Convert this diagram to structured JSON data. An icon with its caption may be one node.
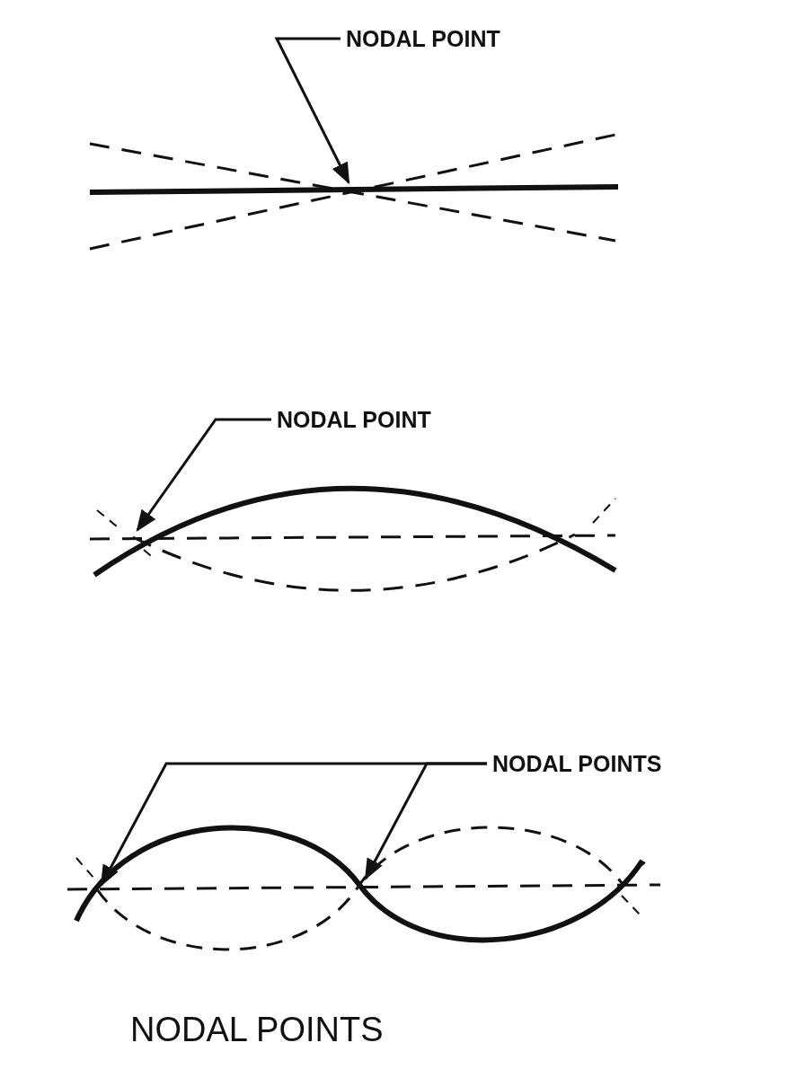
{
  "diagram": {
    "caption": "NODAL POINTS",
    "nodes": [
      {
        "text": [
          "NODAL POINT"
        ]
      },
      {
        "text": [
          "NODAL POINT"
        ]
      },
      {
        "text": [
          "NODAL POINTS"
        ]
      }
    ],
    "edges": [
      {
        "from": 0,
        "to": null,
        "arrow": "to"
      },
      {
        "from": 1,
        "to": null,
        "arrow": "to"
      },
      {
        "from": 2,
        "to": null,
        "arrow": "to"
      },
      {
        "from": 2,
        "to": null,
        "arrow": "to"
      }
    ]
  }
}
